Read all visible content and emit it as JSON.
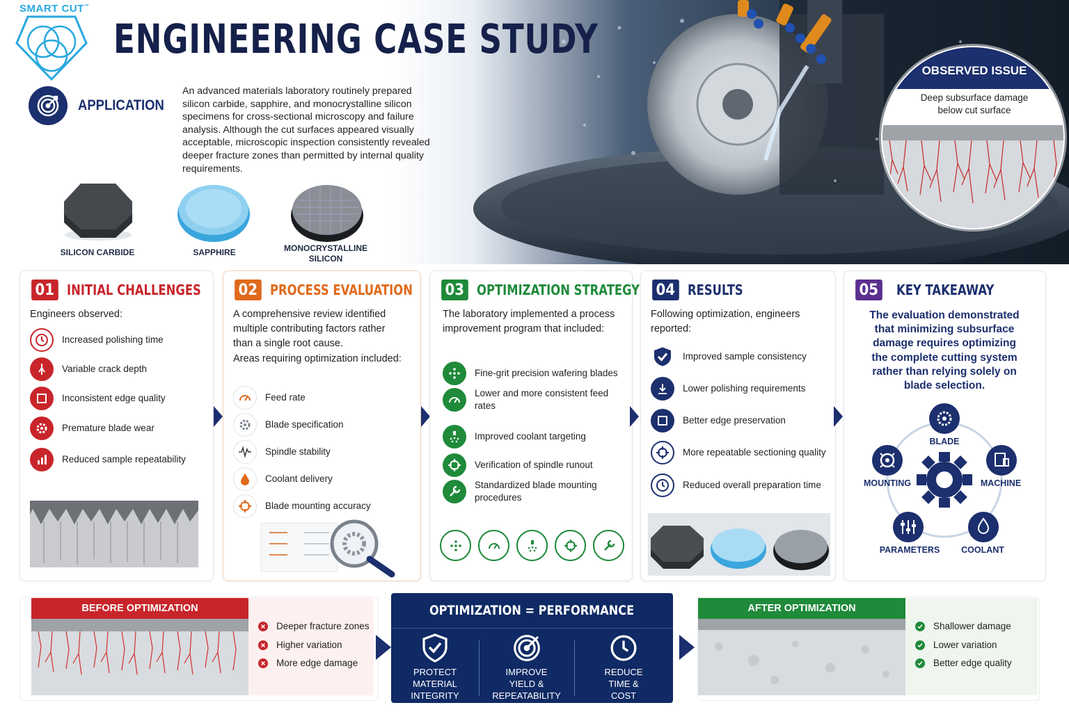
{
  "brand": {
    "name": "SMART CUT",
    "tm": "™"
  },
  "title": "ENGINEERING CASE STUDY",
  "application": {
    "label": "APPLICATION",
    "text": "An advanced materials laboratory routinely prepared silicon carbide, sapphire, and monocrystalline silicon specimens for cross-sectional microscopy and failure analysis. Although the cut surfaces appeared visually acceptable, microscopic inspection consistently revealed deeper fracture zones than permitted by internal quality requirements."
  },
  "samples": [
    "SILICON CARBIDE",
    "SAPPHIRE",
    "MONOCRYSTALLINE SILICON"
  ],
  "observed": {
    "title": "OBSERVED ISSUE",
    "text": "Deep subsurface damage below cut surface"
  },
  "cards": [
    {
      "num": "01",
      "title": "INITIAL CHALLENGES",
      "intro": "Engineers observed:",
      "items": [
        "Increased polishing time",
        "Variable crack depth",
        "Inconsistent edge quality",
        "Premature blade wear",
        "Reduced sample repeatability"
      ]
    },
    {
      "num": "02",
      "title": "PROCESS EVALUATION",
      "intro": "A comprehensive review identified multiple contributing factors rather than a single root cause.",
      "intro2": "Areas requiring optimization included:",
      "items": [
        "Feed rate",
        "Blade specification",
        "Spindle stability",
        "Coolant delivery",
        "Blade mounting accuracy"
      ]
    },
    {
      "num": "03",
      "title": "OPTIMIZATION STRATEGY",
      "intro": "The laboratory implemented a process improvement program that included:",
      "items": [
        "Fine-grit precision wafering blades",
        "Lower and more consistent feed rates",
        "Improved coolant targeting",
        "Verification of spindle runout",
        "Standardized blade mounting procedures"
      ]
    },
    {
      "num": "04",
      "title": "RESULTS",
      "intro": "Following optimization, engineers reported:",
      "items": [
        "Improved sample consistency",
        "Lower polishing requirements",
        "Better edge preservation",
        "More repeatable sectioning quality",
        "Reduced overall preparation time"
      ]
    },
    {
      "num": "05",
      "title": "KEY TAKEAWAY",
      "text": "The evaluation demonstrated that minimizing subsurface damage requires optimizing the complete cutting system rather than relying solely on blade selection.",
      "nodes": [
        "BLADE",
        "MACHINE",
        "COOLANT",
        "PARAMETERS",
        "MOUNTING"
      ]
    }
  ],
  "before": {
    "title": "BEFORE OPTIMIZATION",
    "items": [
      "Deeper fracture zones",
      "Higher variation",
      "More edge damage"
    ]
  },
  "center": {
    "title": "OPTIMIZATION = PERFORMANCE",
    "items": [
      [
        "PROTECT",
        "MATERIAL",
        "INTEGRITY"
      ],
      [
        "IMPROVE",
        "YIELD &",
        "REPEATABILITY"
      ],
      [
        "REDUCE",
        "TIME &",
        "COST"
      ]
    ]
  },
  "after": {
    "title": "AFTER OPTIMIZATION",
    "items": [
      "Shallower damage",
      "Lower variation",
      "Better edge quality"
    ]
  },
  "colors": {
    "navy": "#1c2f6e",
    "red": "#c8252b",
    "orange": "#e06a1b",
    "green": "#1f8a3a",
    "purple": "#5b2f8e"
  }
}
